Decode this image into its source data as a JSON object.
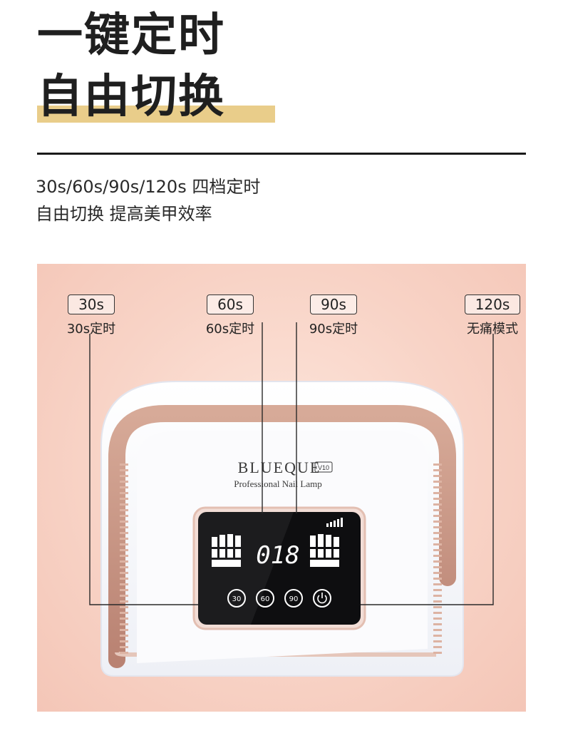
{
  "headline": {
    "line1": "一键定时",
    "line2": "自由切换"
  },
  "subtitle": {
    "line1": "30s/60s/90s/120s 四档定时",
    "line2": "自由切换 提高美甲效率"
  },
  "labels": [
    {
      "tag": "30s",
      "caption": "30s定时"
    },
    {
      "tag": "60s",
      "caption": "60s定时"
    },
    {
      "tag": "90s",
      "caption": "90s定时"
    },
    {
      "tag": "120s",
      "caption": "无痛模式"
    }
  ],
  "device": {
    "brand": "BLUEQUE",
    "model": "V10",
    "tagline": "Professional Nail Lamp",
    "display_digits": "018",
    "buttons": [
      "30",
      "60",
      "90"
    ],
    "power_icon": "power-icon"
  },
  "colors": {
    "accent_bar": "#e9cd8a",
    "rose_gold": "#c99a8a",
    "panel_bg": "#f8d3c6",
    "screen": "#0e0e10"
  }
}
